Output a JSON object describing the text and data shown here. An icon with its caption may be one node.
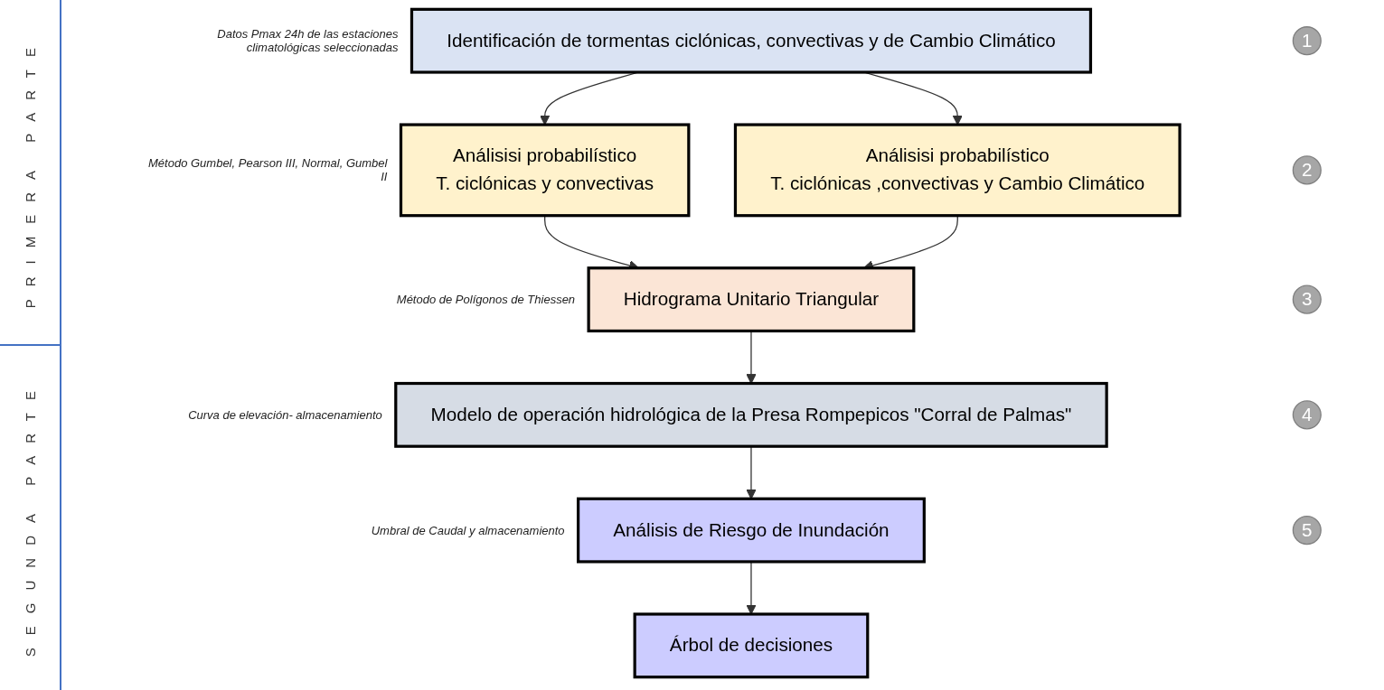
{
  "diagram": {
    "nodes": [
      {
        "text": [
          "Identificación de tormentas ciclónicas, convectivas y de Cambio Climático"
        ],
        "beside": [
          "Datos Pmax 24h de las estaciones climatológicas seleccionadas"
        ]
      },
      {
        "text": [
          "Análisisi probabilístico",
          "T. ciclónicas y convectivas"
        ],
        "beside": [
          "Método Gumbel, Pearson III, Normal, Gumbel II"
        ]
      },
      {
        "text": [
          "Análisisi probabilístico",
          "T. ciclónicas ,convectivas y Cambio Climático"
        ]
      },
      {
        "text": [
          "Hidrograma Unitario Triangular"
        ],
        "beside": [
          "Método de Polígonos de Thiessen"
        ]
      },
      {
        "text": [
          "Modelo de operación hidrológica de la Presa Rompepicos \"Corral de Palmas\""
        ],
        "beside": [
          "Curva de elevación- almacenamiento"
        ]
      },
      {
        "text": [
          "Análisis de Riesgo de Inundación"
        ],
        "beside": [
          "Umbral de Caudal y almacenamiento"
        ]
      },
      {
        "text": [
          "Árbol de decisiones"
        ]
      },
      {
        "text": [
          "1"
        ]
      },
      {
        "text": [
          "2"
        ]
      },
      {
        "text": [
          "3"
        ]
      },
      {
        "text": [
          "4"
        ]
      },
      {
        "text": [
          "5"
        ]
      }
    ],
    "edges": [
      {
        "from": 0,
        "to": 1,
        "arrow": "to"
      },
      {
        "from": 0,
        "to": 2,
        "arrow": "to"
      },
      {
        "from": 1,
        "to": 3,
        "arrow": "to"
      },
      {
        "from": 2,
        "to": 3,
        "arrow": "to"
      },
      {
        "from": 3,
        "to": 4,
        "arrow": "to"
      },
      {
        "from": 4,
        "to": 5,
        "arrow": "to"
      },
      {
        "from": 5,
        "to": 6,
        "arrow": "to"
      }
    ],
    "labels": [
      "PRIMERA PARTE",
      "SEGUNDA PARTE"
    ]
  }
}
